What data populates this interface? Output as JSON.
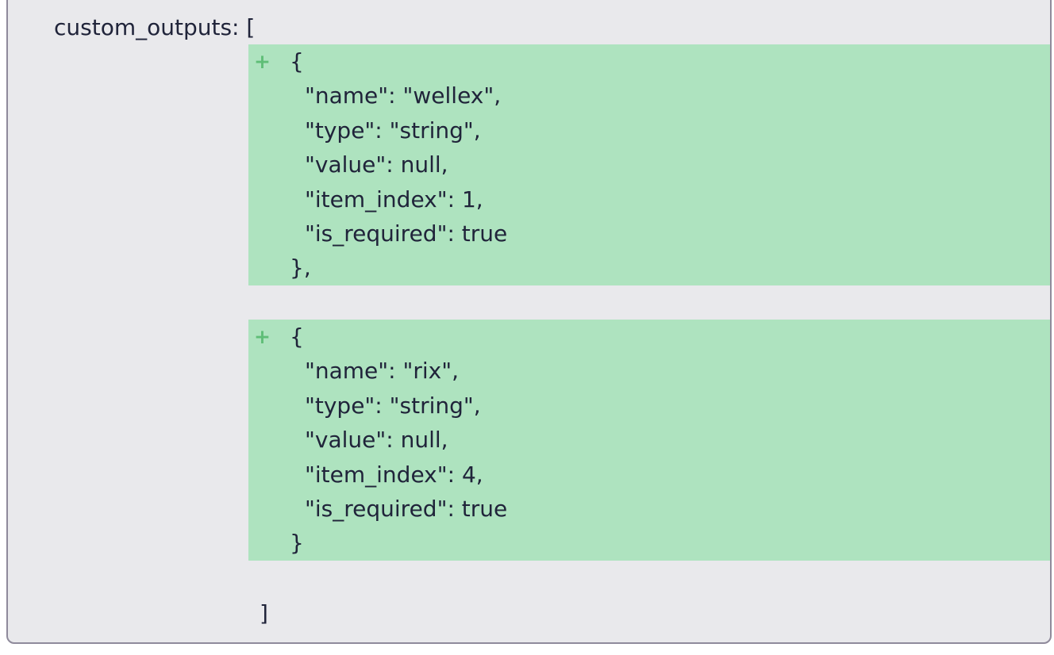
{
  "panel": {
    "kind": "json-diff-view",
    "key_line": "custom_outputs: [",
    "array_close": "]",
    "colors": {
      "panel_background": "#e9e9ec",
      "panel_border": "#8f8a9b",
      "added_line_background": "#aee3bf",
      "added_marker": "#5fbe77",
      "text": "#20243a"
    },
    "blocks": [
      {
        "change_type": "added",
        "marker": "+",
        "lines": [
          {
            "text": "{"
          },
          {
            "text": "\"name\": \"wellex\","
          },
          {
            "text": "\"type\": \"string\","
          },
          {
            "text": "\"value\": null,"
          },
          {
            "text": "\"item_index\": 1,"
          },
          {
            "text": "\"is_required\": true"
          },
          {
            "text": "},"
          }
        ]
      },
      {
        "change_type": "added",
        "marker": "+",
        "lines": [
          {
            "text": "{"
          },
          {
            "text": "\"name\": \"rix\","
          },
          {
            "text": "\"type\": \"string\","
          },
          {
            "text": "\"value\": null,"
          },
          {
            "text": "\"item_index\": 4,"
          },
          {
            "text": "\"is_required\": true"
          },
          {
            "text": "}"
          }
        ]
      }
    ]
  }
}
